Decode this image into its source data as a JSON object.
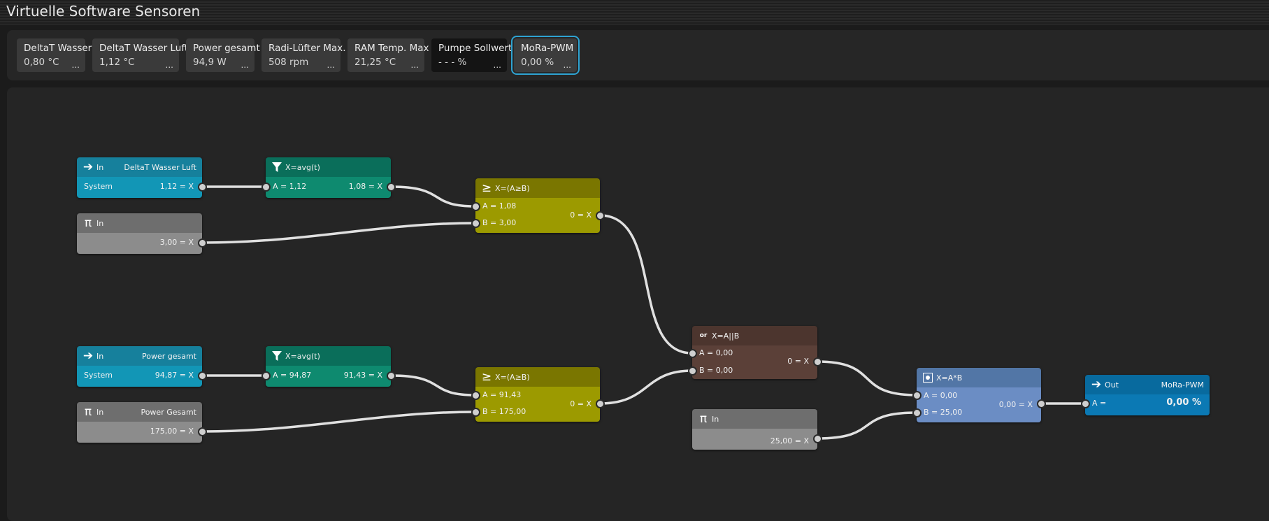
{
  "window": {
    "title": "Virtuelle Software Sensoren"
  },
  "sensors": [
    {
      "name": "DeltaT Wasser",
      "value": "0,80 °C",
      "more": "..."
    },
    {
      "name": "DeltaT Wasser Luft",
      "value": "1,12 °C",
      "more": "..."
    },
    {
      "name": "Power gesamt",
      "value": "94,9 W",
      "more": "..."
    },
    {
      "name": "Radi-Lüfter Max.",
      "value": "508 rpm",
      "more": "..."
    },
    {
      "name": "RAM Temp. Max",
      "value": "21,25 °C",
      "more": "..."
    },
    {
      "name": "Pumpe Sollwert",
      "value": "- - - %",
      "more": "..."
    },
    {
      "name": "MoRa-PWM",
      "value": "0,00 %",
      "more": "..."
    }
  ],
  "nodes": {
    "in1": {
      "icon": "input-arrow-icon",
      "title": "In",
      "name": "DeltaT Wasser Luft",
      "source": "System",
      "output": "1,12 = X"
    },
    "const1": {
      "icon": "pi-icon",
      "title": "In",
      "output": "3,00 = X"
    },
    "avg1": {
      "icon": "funnel-icon",
      "title": "X=avg(t)",
      "a": "A = 1,12",
      "output": "1,08 = X"
    },
    "cmp1": {
      "icon": "greater-equal-icon",
      "title": "X=(A≥B)",
      "a": "A = 1,08",
      "b": "B = 3,00",
      "output": "0 = X"
    },
    "in2": {
      "icon": "input-arrow-icon",
      "title": "In",
      "name": "Power gesamt",
      "source": "System",
      "output": "94,87 = X"
    },
    "const2": {
      "icon": "pi-icon",
      "title": "In",
      "name": "Power Gesamt",
      "output": "175,00 = X"
    },
    "avg2": {
      "icon": "funnel-icon",
      "title": "X=avg(t)",
      "a": "A = 94,87",
      "output": "91,43 = X"
    },
    "cmp2": {
      "icon": "greater-equal-icon",
      "title": "X=(A≥B)",
      "a": "A = 91,43",
      "b": "B = 175,00",
      "output": "0 = X"
    },
    "or1": {
      "icon": "or-gate-icon",
      "icon_text": "or",
      "title": "X=A||B",
      "a": "A = 0,00",
      "b": "B = 0,00",
      "output": "0 = X"
    },
    "const3": {
      "icon": "pi-icon",
      "title": "In",
      "output": "25,00 = X"
    },
    "mul1": {
      "icon": "multiply-box-icon",
      "title": "X=A*B",
      "a": "A = 0,00",
      "b": "B = 25,00",
      "output": "0,00 = X"
    },
    "out1": {
      "icon": "output-arrow-icon",
      "title": "Out",
      "name": "MoRa-PWM",
      "a": "A =",
      "value": "0,00 %"
    }
  },
  "colors": {
    "input": "#1296b6",
    "average": "#0e8a6f",
    "constant": "#8c8c8c",
    "compare": "#9c9a00",
    "or": "#5b4038",
    "multiply": "#6b8dc4",
    "output": "#0b79b4",
    "selected_outline": "#2ea3d2",
    "wire": "#e0e0e0"
  }
}
